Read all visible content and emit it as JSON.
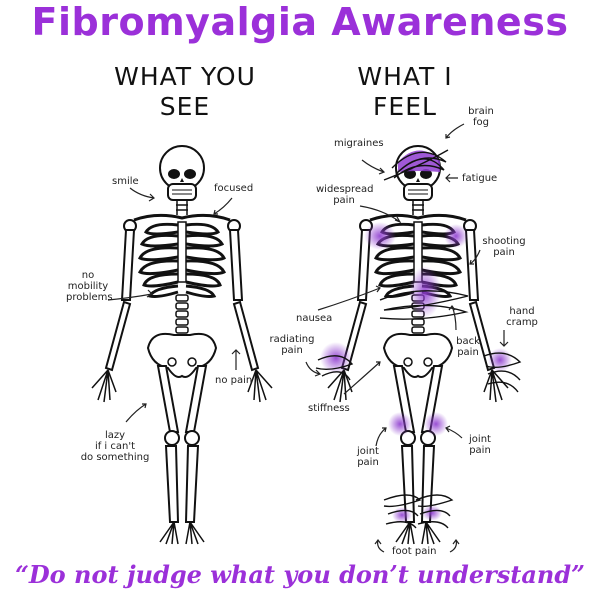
{
  "title": "Fibromyalgia Awareness",
  "colors": {
    "accent": "#9b30d9",
    "pain_highlight": "#8e3ccf",
    "ink": "#1a1a1a"
  },
  "left_panel": {
    "heading_line1": "WHAT YOU",
    "heading_line2": "SEE",
    "labels": {
      "smile": "smile",
      "focused": "focused",
      "no_mobility_1": "no",
      "no_mobility_2": "mobility",
      "no_mobility_3": "problems",
      "no_pain": "no pain",
      "lazy_1": "lazy",
      "lazy_2": "if i can't",
      "lazy_3": "do something"
    }
  },
  "right_panel": {
    "heading_line1": "WHAT I",
    "heading_line2": "FEEL",
    "labels": {
      "brain_fog_1": "brain",
      "brain_fog_2": "fog",
      "migraines": "migraines",
      "fatigue": "fatigue",
      "widespread_1": "widespread",
      "widespread_2": "pain",
      "shooting_1": "shooting",
      "shooting_2": "pain",
      "nausea": "nausea",
      "hand_cramp_1": "hand",
      "hand_cramp_2": "cramp",
      "radiating_1": "radiating",
      "radiating_2": "pain",
      "back_pain_1": "back",
      "back_pain_2": "pain",
      "stiffness": "stiffness",
      "joint_pain_left_1": "joint",
      "joint_pain_left_2": "pain",
      "joint_pain_right_1": "joint",
      "joint_pain_right_2": "pain",
      "foot_pain": "foot pain"
    }
  },
  "quote": "“Do not judge what you don’t understand”"
}
